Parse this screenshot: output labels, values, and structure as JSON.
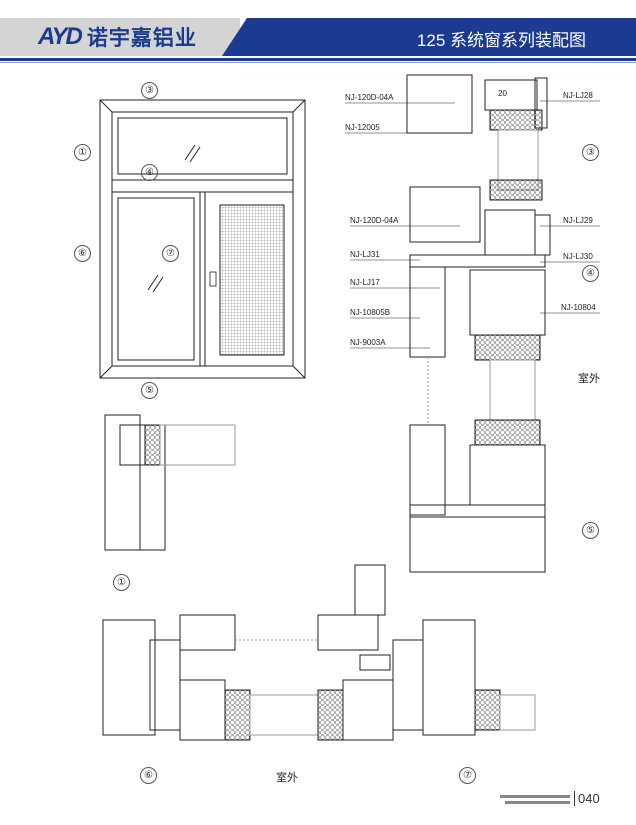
{
  "header": {
    "logo_mark": "AYD",
    "company": "诺宇嘉铝业",
    "title": "125 系统窗系列装配图"
  },
  "elevation_markers": [
    "③",
    "①",
    "④",
    "⑥",
    "⑦",
    "⑤"
  ],
  "section_top": {
    "dimension": "20",
    "labels_left": [
      "NJ-120D-04A",
      "NJ-12005",
      "NJ-120D-04A",
      "NJ-LJ31",
      "NJ-LJ17",
      "NJ-10805B",
      "NJ-9003A"
    ],
    "labels_right": [
      "NJ-LJ28",
      "NJ-LJ29",
      "NJ-LJ30",
      "NJ-10804"
    ],
    "markers": [
      "③",
      "④",
      "⑤"
    ],
    "exterior": "室外"
  },
  "detail_1": {
    "marker": "①"
  },
  "section_bottom": {
    "markers": [
      "⑥",
      "⑦"
    ],
    "exterior": "室外"
  },
  "footer": {
    "page": "040"
  }
}
